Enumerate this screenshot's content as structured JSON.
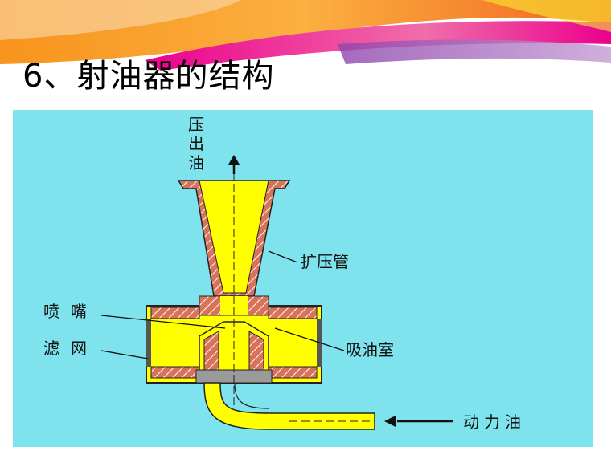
{
  "slide": {
    "title": "6、射油器的结构"
  },
  "colors": {
    "panel_background": "#7fe3ee",
    "oil": "#ffff00",
    "casing": "#d8735a",
    "outline": "#222222"
  },
  "labels": {
    "outlet_oil": "压出油",
    "diffuser": "扩压管",
    "nozzle": "喷嘴",
    "filter_screen": "滤网",
    "suction_chamber": "吸油室",
    "power_oil": "动力油"
  }
}
